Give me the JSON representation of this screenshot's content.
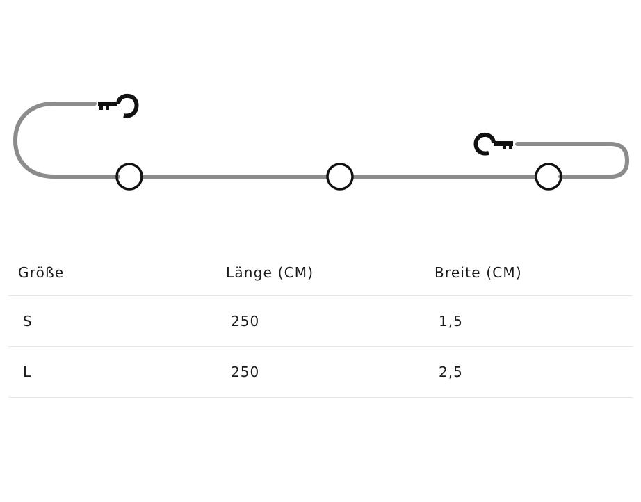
{
  "illustration": {
    "leash_color": "#8c8c8c",
    "hardware_color": "#111111"
  },
  "table": {
    "headers": [
      "Größe",
      "Länge (CM)",
      "Breite (CM)"
    ],
    "rows": [
      [
        "S",
        "250",
        "1,5"
      ],
      [
        "L",
        "250",
        "2,5"
      ]
    ]
  }
}
